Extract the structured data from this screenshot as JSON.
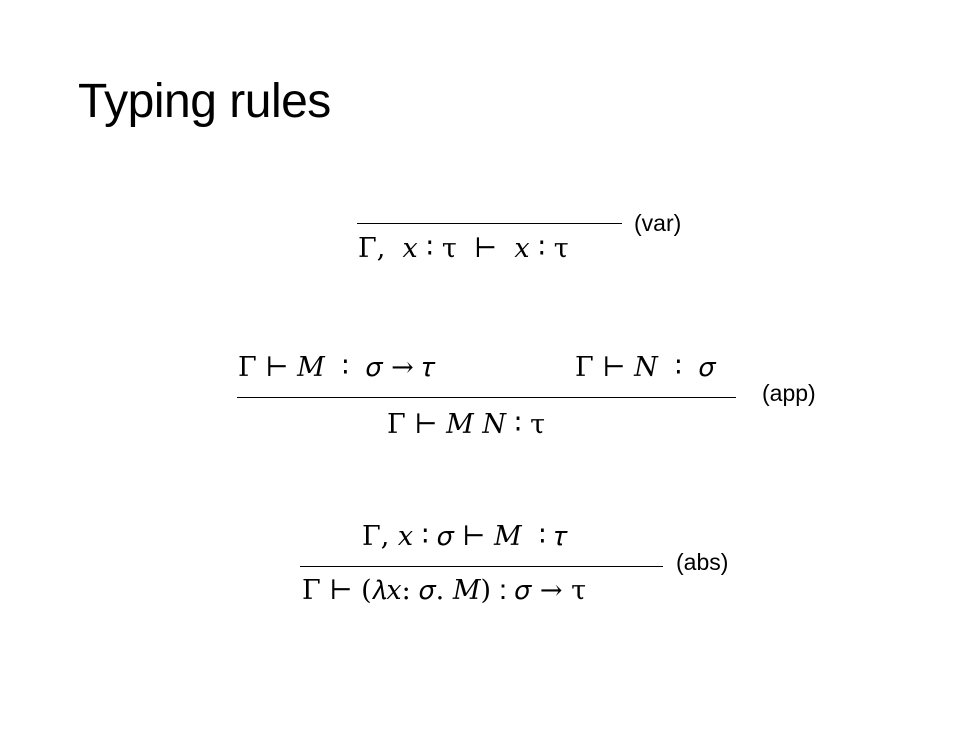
{
  "slide": {
    "title": "Typing rules"
  },
  "rules": {
    "var": {
      "conclusion": "Γ,  𝑥 ∶ τ  ⊢  𝑥 ∶ τ",
      "label": "(var)"
    },
    "app": {
      "premise_left": "Γ ⊢ 𝑀  ∶  𝜎 → 𝜏",
      "premise_right": "Γ ⊢ 𝑁  ∶  𝜎",
      "conclusion": "Γ ⊢ 𝑀 𝑁 ∶ τ",
      "label": "(app)"
    },
    "abs": {
      "premise": "Γ, 𝑥 ∶ 𝜎 ⊢ 𝑀  ∶ 𝜏",
      "conclusion": "Γ ⊢ (𝜆𝑥: 𝜎. 𝑀) ∶ 𝜎 → τ",
      "label": "(abs)"
    }
  }
}
